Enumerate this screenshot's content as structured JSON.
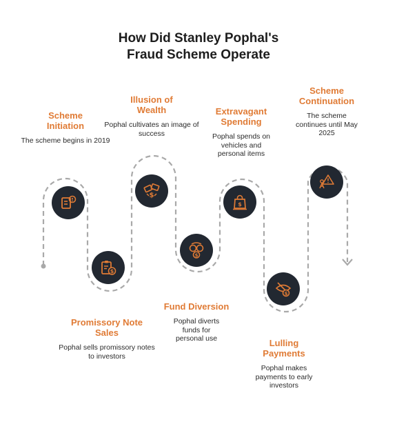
{
  "title": [
    "How Did Stanley Pophal's",
    "Fraud Scheme Operate"
  ],
  "colors": {
    "accent": "#e07b35",
    "node": "#222831",
    "path": "#a9a9a9"
  },
  "steps": [
    {
      "title": [
        "Scheme",
        "Initiation"
      ],
      "desc": "The scheme begins in 2019",
      "icon": "document-alert-icon"
    },
    {
      "title": [
        "Promissory Note",
        "Sales"
      ],
      "desc": "Pophal sells promissory notes to investors",
      "icon": "clipboard-dollar-icon"
    },
    {
      "title": [
        "Illusion of",
        "Wealth"
      ],
      "desc": "Pophal cultivates an image of success",
      "icon": "money-flying-icon"
    },
    {
      "title": [
        "Fund Diversion"
      ],
      "desc": "Pophal diverts funds for personal use",
      "icon": "money-transfer-icon"
    },
    {
      "title": [
        "Extravagant",
        "Spending"
      ],
      "desc": "Pophal spends on vehicles and personal items",
      "icon": "shopping-bag-icon"
    },
    {
      "title": [
        "Lulling",
        "Payments"
      ],
      "desc": "Pophal makes payments to early investors",
      "icon": "hidden-payment-icon"
    },
    {
      "title": [
        "Scheme",
        "Continuation"
      ],
      "desc": "The scheme continues until May 2025",
      "icon": "warning-continue-icon"
    }
  ]
}
